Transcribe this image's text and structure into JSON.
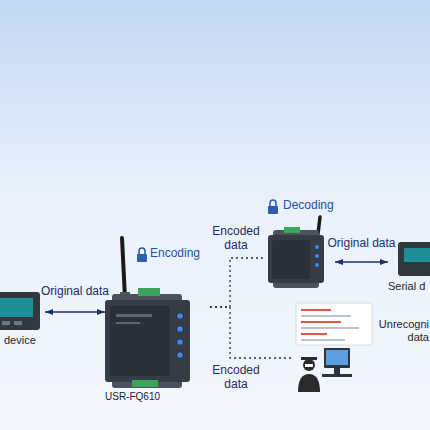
{
  "diagram": {
    "nodes": [
      {
        "text": [
          "device"
        ]
      },
      {
        "text": [
          "Encoding",
          "USR-FQ610"
        ]
      },
      {
        "text": [
          "Decoding"
        ]
      },
      {
        "text": [
          "Serial d"
        ]
      },
      {
        "text": [
          "Unrecogni data"
        ]
      }
    ],
    "edges": [
      {
        "from": 0,
        "to": 1,
        "arrow": "both",
        "label": "Original data"
      },
      {
        "from": 1,
        "to": 2,
        "arrow": "none",
        "label": "Encoded data"
      },
      {
        "from": 1,
        "to": 4,
        "arrow": "none",
        "label": "Encoded data"
      },
      {
        "from": 2,
        "to": 3,
        "arrow": "both",
        "label": "Original data"
      }
    ]
  }
}
